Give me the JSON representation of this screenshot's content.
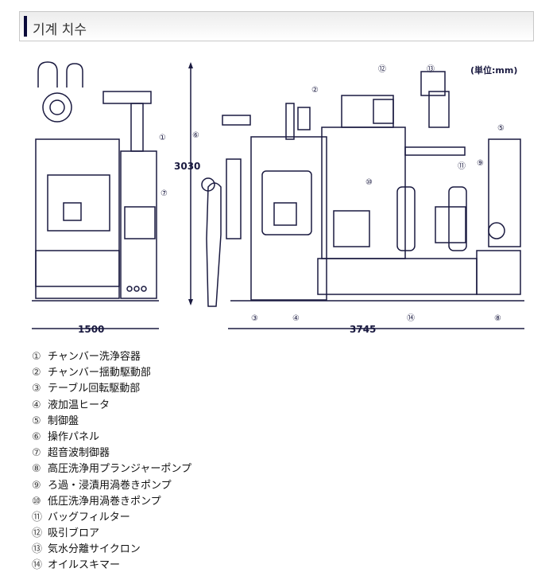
{
  "header": {
    "title": "기계 치수"
  },
  "diagram": {
    "unit_label": "(単位:mm)",
    "height_dim": "3030",
    "width_front_dim": "1500",
    "width_side_dim": "3745",
    "callouts": [
      "①",
      "②",
      "③",
      "④",
      "⑤",
      "⑥",
      "⑦",
      "⑧",
      "⑨",
      "⑩",
      "⑪",
      "⑫",
      "⑬",
      "⑭"
    ]
  },
  "parts": [
    {
      "num": "①",
      "label": "チャンバー洗浄容器"
    },
    {
      "num": "②",
      "label": "チャンバー揺動駆動部"
    },
    {
      "num": "③",
      "label": "テーブル回転駆動部"
    },
    {
      "num": "④",
      "label": "液加温ヒータ"
    },
    {
      "num": "⑤",
      "label": "制御盤"
    },
    {
      "num": "⑥",
      "label": "操作パネル"
    },
    {
      "num": "⑦",
      "label": "超音波制御器"
    },
    {
      "num": "⑧",
      "label": "高圧洗浄用プランジャーポンプ"
    },
    {
      "num": "⑨",
      "label": "ろ過・浸漬用渦巻きポンプ"
    },
    {
      "num": "⑩",
      "label": "低圧洗浄用渦巻きポンプ"
    },
    {
      "num": "⑪",
      "label": "バッグフィルター"
    },
    {
      "num": "⑫",
      "label": "吸引ブロア"
    },
    {
      "num": "⑬",
      "label": "気水分離サイクロン"
    },
    {
      "num": "⑭",
      "label": "オイルスキマー"
    }
  ]
}
